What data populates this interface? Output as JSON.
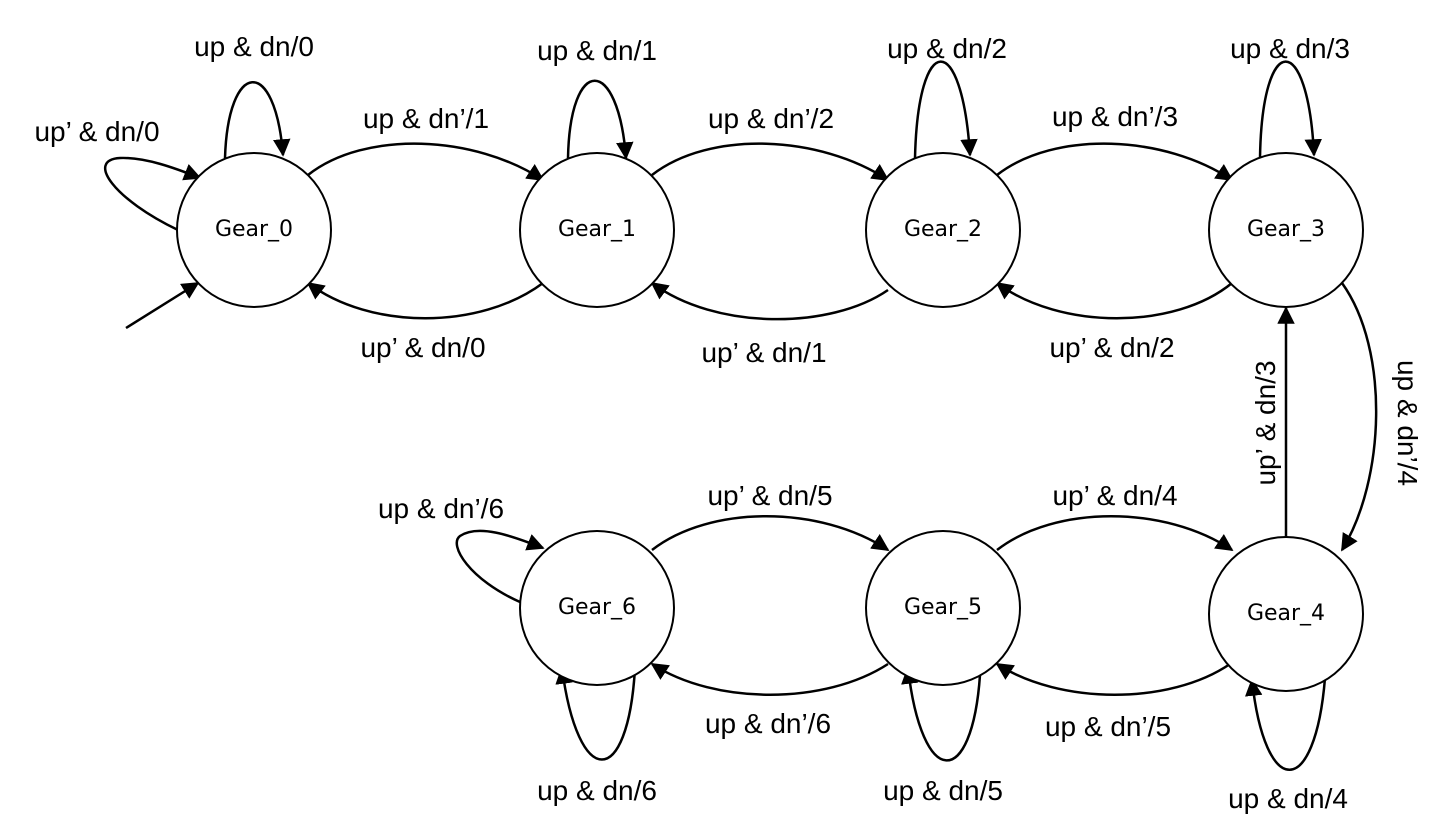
{
  "diagram": {
    "type": "state-machine",
    "states": [
      {
        "id": "gear0",
        "label": "Gear_0"
      },
      {
        "id": "gear1",
        "label": "Gear_1"
      },
      {
        "id": "gear2",
        "label": "Gear_2"
      },
      {
        "id": "gear3",
        "label": "Gear_3"
      },
      {
        "id": "gear4",
        "label": "Gear_4"
      },
      {
        "id": "gear5",
        "label": "Gear_5"
      },
      {
        "id": "gear6",
        "label": "Gear_6"
      }
    ],
    "transitions": [
      {
        "id": "t-initial",
        "from": "",
        "to": "gear0",
        "label": ""
      },
      {
        "id": "t-g0-self-up",
        "from": "gear0",
        "to": "gear0",
        "label": "up & dn/0"
      },
      {
        "id": "t-g0-self-left",
        "from": "gear0",
        "to": "gear0",
        "label": "up’ & dn/0"
      },
      {
        "id": "t-g0-g1",
        "from": "gear0",
        "to": "gear1",
        "label": "up & dn’/1"
      },
      {
        "id": "t-g1-g0",
        "from": "gear1",
        "to": "gear0",
        "label": "up’ & dn/0"
      },
      {
        "id": "t-g1-self",
        "from": "gear1",
        "to": "gear1",
        "label": "up & dn/1"
      },
      {
        "id": "t-g1-g2",
        "from": "gear1",
        "to": "gear2",
        "label": "up & dn’/2"
      },
      {
        "id": "t-g2-g1",
        "from": "gear2",
        "to": "gear1",
        "label": "up’ & dn/1"
      },
      {
        "id": "t-g2-self",
        "from": "gear2",
        "to": "gear2",
        "label": "up & dn/2"
      },
      {
        "id": "t-g2-g3",
        "from": "gear2",
        "to": "gear3",
        "label": "up & dn’/3"
      },
      {
        "id": "t-g3-g2",
        "from": "gear3",
        "to": "gear2",
        "label": "up’ & dn/2"
      },
      {
        "id": "t-g3-self",
        "from": "gear3",
        "to": "gear3",
        "label": "up & dn/3"
      },
      {
        "id": "t-g3-g4",
        "from": "gear3",
        "to": "gear4",
        "label": "up & dn’/4"
      },
      {
        "id": "t-g4-g3",
        "from": "gear4",
        "to": "gear3",
        "label": "up’ & dn/3"
      },
      {
        "id": "t-g4-self",
        "from": "gear4",
        "to": "gear4",
        "label": "up & dn/4"
      },
      {
        "id": "t-g4-g5",
        "from": "gear4",
        "to": "gear5",
        "label": "up & dn’/5"
      },
      {
        "id": "t-g5-g4",
        "from": "gear5",
        "to": "gear4",
        "label": "up’ & dn/4"
      },
      {
        "id": "t-g5-self",
        "from": "gear5",
        "to": "gear5",
        "label": "up & dn/5"
      },
      {
        "id": "t-g5-g6",
        "from": "gear5",
        "to": "gear6",
        "label": "up & dn’/6"
      },
      {
        "id": "t-g6-g5",
        "from": "gear6",
        "to": "gear5",
        "label": "up’ & dn/5"
      },
      {
        "id": "t-g6-self-bottom",
        "from": "gear6",
        "to": "gear6",
        "label": "up & dn/6"
      },
      {
        "id": "t-g6-self-left",
        "from": "gear6",
        "to": "gear6",
        "label": "up & dn’/6"
      }
    ]
  }
}
